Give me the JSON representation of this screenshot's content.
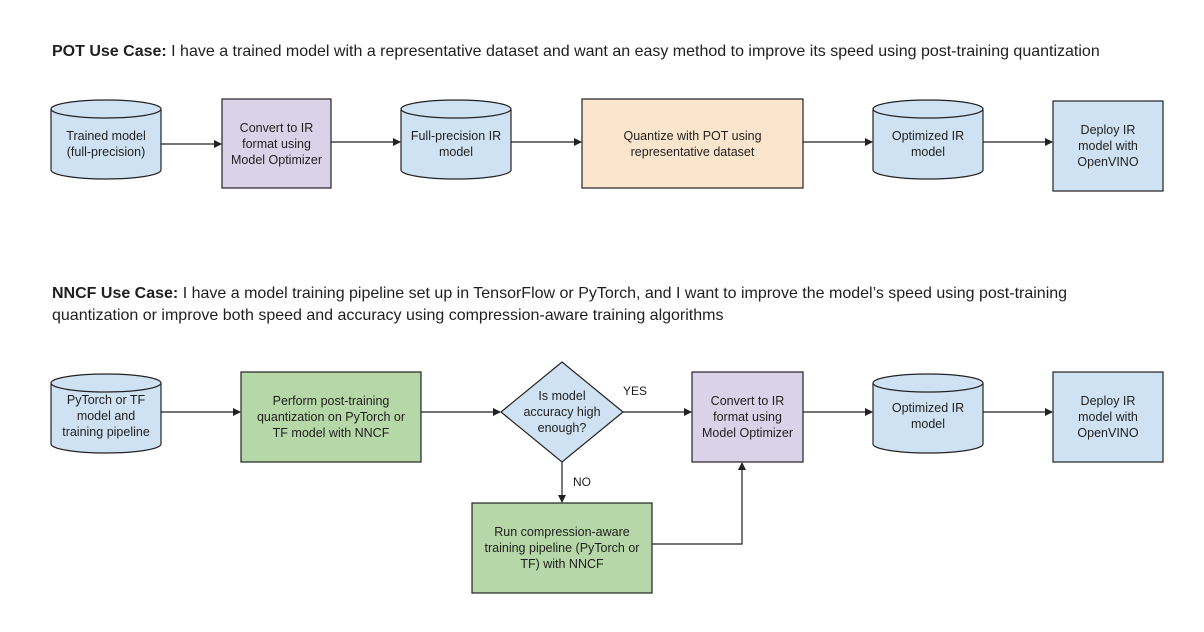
{
  "pot": {
    "bold": "POT Use Case:",
    "text": " I have a trained model with a representative dataset and want an easy method to improve its speed using post-training quantization",
    "nodes": {
      "trained": "Trained model (full-precision)",
      "convert": "Convert to IR format using Model Optimizer",
      "fullprec": "Full-precision IR model",
      "quantize": "Quantize with POT using representative dataset",
      "optimized": "Optimized IR model",
      "deploy": "Deploy IR model with OpenVINO"
    }
  },
  "nncf": {
    "bold": "NNCF Use Case:",
    "text": " I have a model training pipeline set up in TensorFlow or PyTorch, and I want to improve the model’s speed using post-training quantization or improve both speed and accuracy using compression-aware training algorithms",
    "nodes": {
      "pytorch": "PyTorch or TF model and training pipeline",
      "ptq": "Perform post-training quantization on PyTorch or TF model with NNCF",
      "decision": "Is model accuracy high enough?",
      "convert": "Convert to IR format using Model Optimizer",
      "optimized": "Optimized IR model",
      "deploy": "Deploy IR model with OpenVINO",
      "caware": "Run compression-aware training pipeline (PyTorch or TF) with NNCF"
    },
    "edge_labels": {
      "yes": "YES",
      "no": "NO"
    }
  },
  "colors": {
    "cylinder": "#cfe2f3",
    "purple": "#d9d2e9",
    "orange": "#fce5cd",
    "green": "#b6d7a8",
    "decision": "#cfe2f3",
    "stroke": "#222222"
  }
}
